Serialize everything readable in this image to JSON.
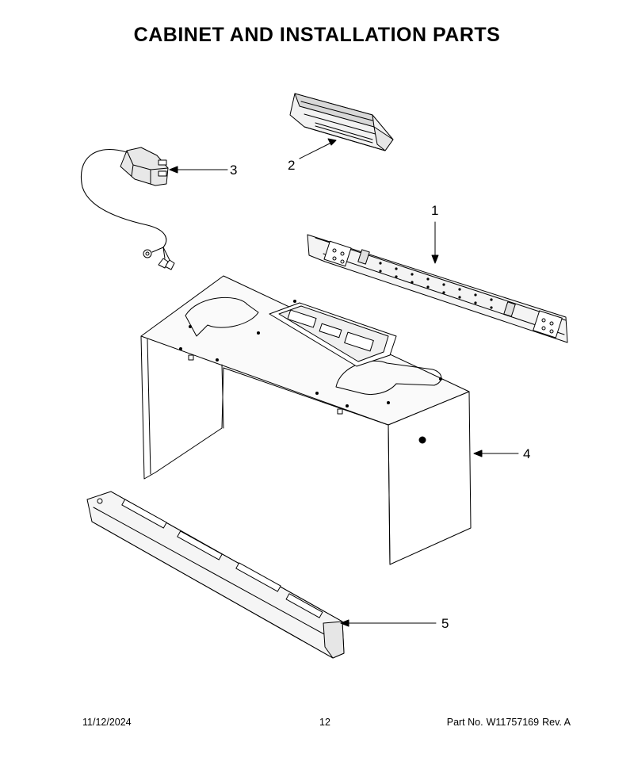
{
  "page": {
    "title": "CABINET AND INSTALLATION PARTS"
  },
  "callouts": [
    {
      "id": "1",
      "label": "1"
    },
    {
      "id": "2",
      "label": "2"
    },
    {
      "id": "3",
      "label": "3"
    },
    {
      "id": "4",
      "label": "4"
    },
    {
      "id": "5",
      "label": "5"
    }
  ],
  "footer": {
    "date": "11/12/2024",
    "page_number": "12",
    "part_label": "Part No.",
    "part_number": "W11757169",
    "revision": "Rev. A"
  }
}
